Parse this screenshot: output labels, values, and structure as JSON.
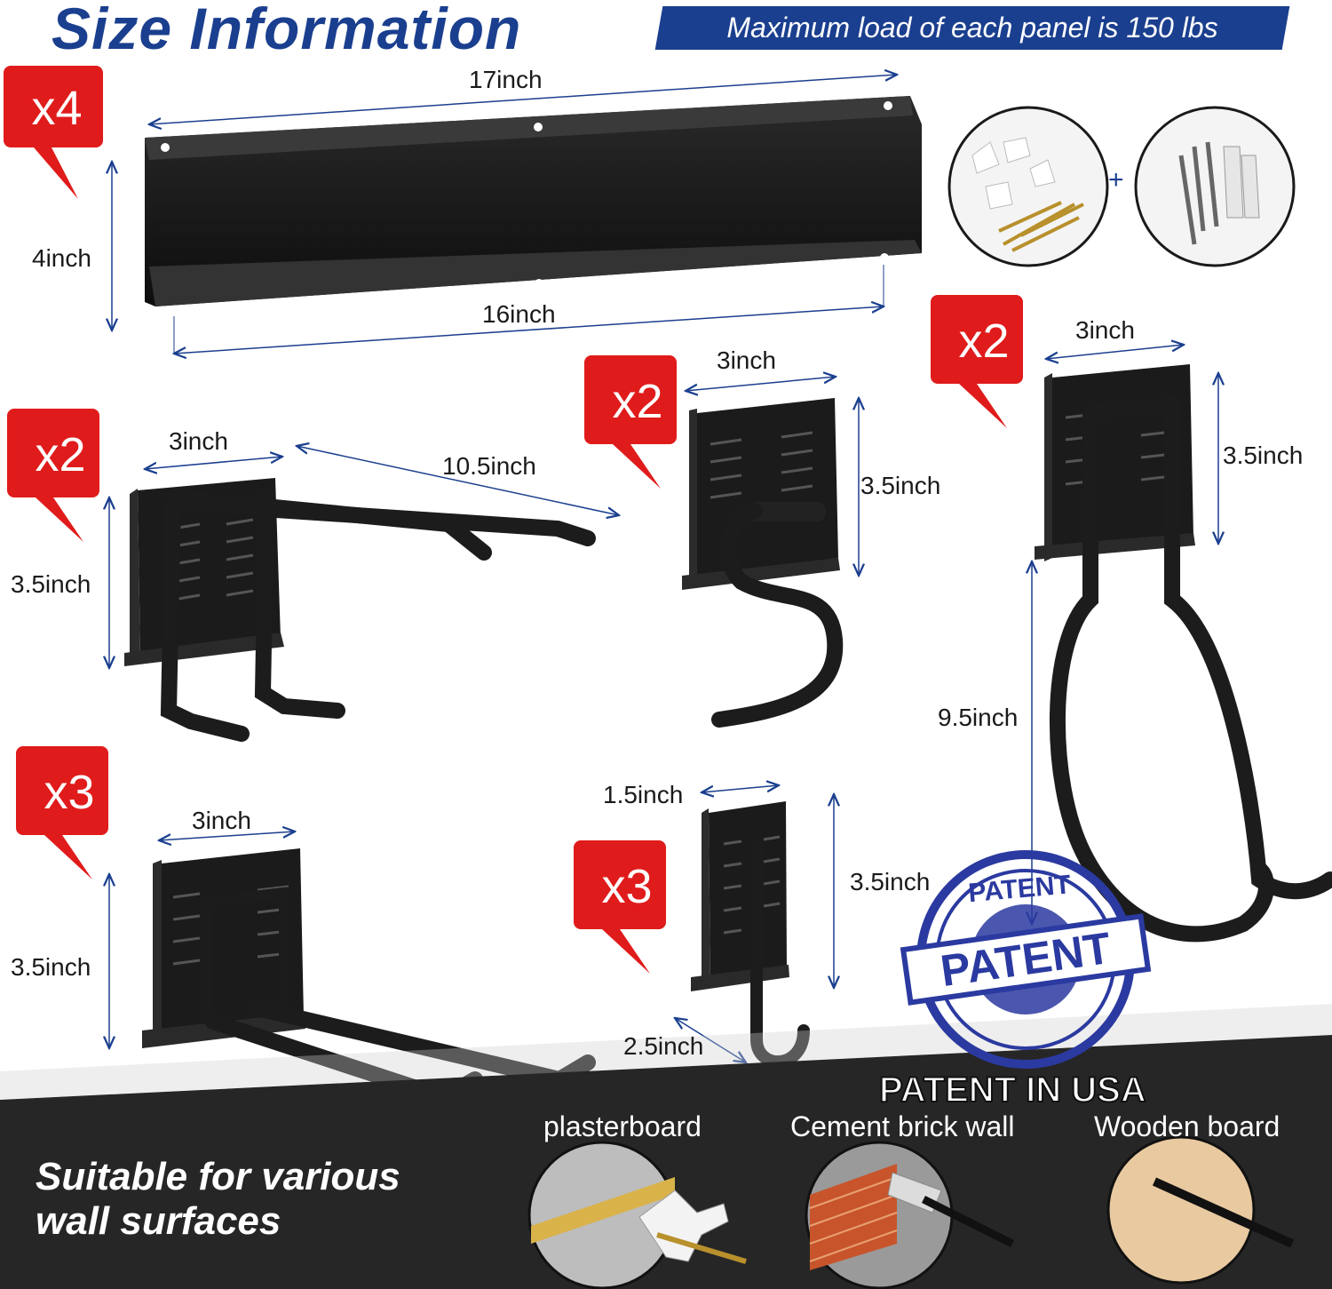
{
  "header": {
    "title": "Size Information",
    "banner": "Maximum load of each panel is 150 lbs"
  },
  "colors": {
    "accent_blue": "#1b3f8f",
    "badge_red": "#e01b1b",
    "product_black": "#1b1b1b",
    "bottom_bg": "#262626",
    "stamp_blue": "#2b3aa0"
  },
  "panel": {
    "quantity": "x4",
    "top_width": "17inch",
    "bottom_width": "16inch",
    "height": "4inch"
  },
  "hardware": {
    "plus": "+"
  },
  "items": {
    "double_hook": {
      "quantity": "x2",
      "width": "3inch",
      "length": "10.5inch",
      "height": "3.5inch"
    },
    "s_hook": {
      "quantity": "x2",
      "width": "3inch",
      "height": "3.5inch"
    },
    "hose_hook": {
      "quantity": "x2",
      "width": "3inch",
      "height": "3.5inch",
      "length": "9.5inch"
    },
    "u_hook": {
      "quantity": "x3",
      "width": "3inch",
      "height": "3.5inch"
    },
    "j_hook": {
      "quantity": "x3",
      "width": "1.5inch",
      "height": "3.5inch",
      "length": "2.5inch"
    }
  },
  "patent": {
    "stamp_center": "PATENT",
    "stamp_ring": "PATENT",
    "usa": "PATENT IN USA"
  },
  "surfaces": {
    "heading_line1": "Suitable for various",
    "heading_line2": "wall surfaces",
    "items": [
      {
        "label": "plasterboard",
        "icon": "plasterboard-anchor-icon"
      },
      {
        "label": "Cement brick wall",
        "icon": "brick-wall-anchor-icon"
      },
      {
        "label": "Wooden board",
        "icon": "wood-screw-icon"
      }
    ]
  }
}
